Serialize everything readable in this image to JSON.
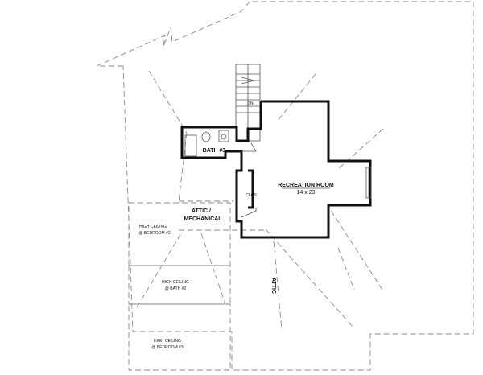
{
  "plan": {
    "rooms": {
      "recreation": {
        "name": "RECREATION ROOM",
        "size": "14 x 23"
      },
      "bath3": {
        "name": "BATH #3"
      },
      "closet": {
        "name": "CLOS"
      },
      "attic_mechanical": {
        "line1": "ATTIC /",
        "line2": "MECHANICAL"
      },
      "high_ceiling_bedroom2": {
        "line1": "HIGH CEILING",
        "line2": "@ BEDROOM #2"
      },
      "high_ceiling_bath2": {
        "line1": "HIGH CEILING",
        "line2": "@ BATH #2"
      },
      "high_ceiling_bedroom3": {
        "line1": "HIGH CEILING",
        "line2": "@ BEDROOM #3"
      },
      "attic_right": {
        "name": "ATTIC"
      }
    },
    "stair_label": "DN"
  }
}
